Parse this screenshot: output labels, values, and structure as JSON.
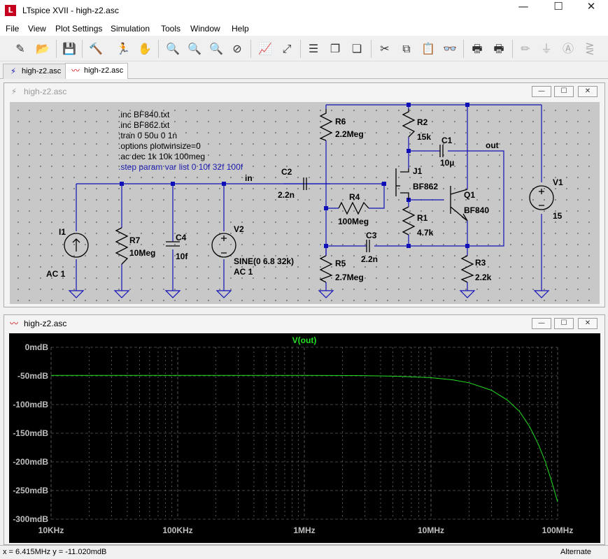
{
  "window": {
    "title": "LTspice XVII - high-z2.asc",
    "controls": {
      "minimize": "—",
      "maximize": "☐",
      "close": "✕"
    }
  },
  "menu": [
    "File",
    "View",
    "Plot Settings",
    "Simulation",
    "Tools",
    "Window",
    "Help"
  ],
  "toolbar": [
    {
      "name": "new-schematic-icon",
      "glyph": "✎"
    },
    {
      "name": "open-folder-icon",
      "glyph": "📂"
    },
    {
      "name": "save-icon",
      "glyph": "💾"
    },
    {
      "name": "control-panel-hammer-icon",
      "glyph": "🔨"
    },
    {
      "name": "run-icon",
      "glyph": "🏃"
    },
    {
      "name": "halt-hand-icon",
      "glyph": "✋"
    },
    {
      "name": "zoom-in-icon",
      "glyph": "🔍"
    },
    {
      "name": "zoom-pan-icon",
      "glyph": "🔍"
    },
    {
      "name": "zoom-out-icon",
      "glyph": "🔍"
    },
    {
      "name": "zoom-cancel-icon",
      "glyph": "⊘"
    },
    {
      "name": "autorange-icon",
      "glyph": "📈"
    },
    {
      "name": "fit-plot-icon",
      "glyph": "⤢"
    },
    {
      "name": "tile-horizontal-icon",
      "glyph": "☰"
    },
    {
      "name": "cascade-icon",
      "glyph": "❐"
    },
    {
      "name": "tile-vertical-icon",
      "glyph": "❏"
    },
    {
      "name": "cut-scissors-icon",
      "glyph": "✂"
    },
    {
      "name": "copy-icon",
      "glyph": "⧉"
    },
    {
      "name": "paste-icon",
      "glyph": "📋"
    },
    {
      "name": "find-binoculars-icon",
      "glyph": "👓"
    },
    {
      "name": "print-icon",
      "glyph": "🖶"
    },
    {
      "name": "print-setup-icon",
      "glyph": "🖶"
    },
    {
      "name": "draw-wire-icon",
      "glyph": "✏"
    },
    {
      "name": "ground-icon",
      "glyph": "⏚"
    },
    {
      "name": "label-net-icon",
      "glyph": "Ⓐ"
    },
    {
      "name": "resistor-icon",
      "glyph": "⋛"
    }
  ],
  "tabs": [
    {
      "label": "high-z2.asc",
      "icon": "schematic-tab-icon",
      "glyph": "⚡",
      "active": false
    },
    {
      "label": "high-z2.asc",
      "icon": "waveform-tab-icon",
      "glyph": "〰",
      "active": true
    }
  ],
  "schematic": {
    "title": "high-z2.asc",
    "directives": [
      ".inc BF840.txt",
      ".inc BF862.txt",
      ";tran 0 50u 0 1n",
      ".options plotwinsize=0",
      ".ac dec 1k 10k 100meg"
    ],
    "step": ".step param var list 0 10f 32f 100f",
    "labels": {
      "I1": "I1",
      "I1_val": "AC 1",
      "R7": "R7",
      "R7_val": "10Meg",
      "C4": "C4",
      "C4_val": "10f",
      "V2": "V2",
      "V2_val": "SINE(0 6.8 32k)",
      "V2_ac": "AC 1",
      "net_in": "in",
      "C2": "C2",
      "C2_val": "2.2n",
      "R6": "R6",
      "R6_val": "2.2Meg",
      "R4": "R4",
      "R4_val": "100Meg",
      "C3": "C3",
      "C3_val": "2.2n",
      "R5": "R5",
      "R5_val": "2.7Meg",
      "R2": "R2",
      "R2_val": "15k",
      "J1": "J1",
      "J1_val": "BF862",
      "R1": "R1",
      "R1_val": "4.7k",
      "Q1": "Q1",
      "Q1_val": "BF840",
      "C1": "C1",
      "C1_val": "10µ",
      "net_out": "out",
      "R3": "R3",
      "R3_val": "2.2k",
      "V1": "V1",
      "V1_val": "15"
    }
  },
  "plot": {
    "title": "high-z2.asc"
  },
  "chart_data": {
    "type": "line",
    "title": "V(out)",
    "xscale": "log",
    "xlim": [
      10000,
      100000000
    ],
    "ylim": [
      -300,
      0
    ],
    "x_ticks": [
      "10KHz",
      "100KHz",
      "1MHz",
      "10MHz",
      "100MHz"
    ],
    "y_ticks": [
      "0mdB",
      "-50mdB",
      "-100mdB",
      "-150mdB",
      "-200mdB",
      "-250mdB",
      "-300mdB"
    ],
    "grid": true,
    "colors": {
      "trace": "#22e022",
      "grid": "#8a8a8a",
      "background": "#000000"
    },
    "series": [
      {
        "name": "V(out)",
        "x": [
          10000,
          100000,
          1000000,
          3000000,
          5000000,
          7000000,
          10000000,
          15000000,
          20000000,
          30000000,
          40000000,
          50000000,
          60000000,
          70000000,
          80000000,
          90000000,
          100000000
        ],
        "y": [
          -49,
          -49,
          -49,
          -49.5,
          -50.5,
          -51.5,
          -53,
          -57,
          -62,
          -75,
          -92,
          -112,
          -138,
          -168,
          -200,
          -235,
          -270
        ]
      }
    ]
  },
  "status": {
    "cursor": "x = 6.415MHz    y = -11.020mdB",
    "mode": "Alternate"
  }
}
